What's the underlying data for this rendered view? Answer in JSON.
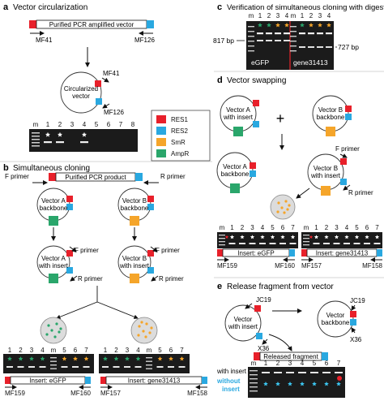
{
  "colors": {
    "res1": "#e8202a",
    "res2": "#29a8e0",
    "smr": "#f5a52a",
    "ampr": "#2aa66b",
    "gel": "#1b1b1b",
    "band": "#e6e6e6",
    "lane_cyan": "#3cc7f2",
    "red_line": "#d8232a"
  },
  "panel_a": {
    "letter": "a",
    "title": "Vector circularization",
    "fragment_label": "Purified PCR amplified vector",
    "primer_left": "MF41",
    "primer_right": "MF126",
    "circle_text": "Circularized vector",
    "circle_primer_top": "MF41",
    "circle_primer_bottom": "MF126",
    "gel_lanes": [
      "m",
      "1",
      "2",
      "3",
      "4",
      "5",
      "6",
      "7",
      "8"
    ],
    "gel_stars": [
      "1",
      "2",
      "4"
    ]
  },
  "legend": [
    {
      "label": "RES1",
      "color": "#e8202a"
    },
    {
      "label": "RES2",
      "color": "#29a8e0"
    },
    {
      "label": "SmR",
      "color": "#f5a52a"
    },
    {
      "label": "AmpR",
      "color": "#2aa66b"
    }
  ],
  "panel_b": {
    "letter": "b",
    "title": "Simultaneous cloning",
    "fragment_label": "Purified PCR product",
    "primer_f": "F primer",
    "primer_r": "R primer",
    "vector_a": "Vector A backbone",
    "vector_b": "Vector B backbone",
    "insert_a": "Vector A with insert",
    "insert_b": "Vector B with insert",
    "left_f": "F primer",
    "left_r": "R primer",
    "right_f": "F primer",
    "right_r": "R primer",
    "gel_left_lanes": [
      "1",
      "2",
      "3",
      "4",
      "m",
      "5",
      "6",
      "7"
    ],
    "gel_right_lanes": [
      "1",
      "2",
      "3",
      "4",
      "m",
      "5",
      "6",
      "7"
    ],
    "insert_left": "Insert: eGFP",
    "insert_right": "Insert: gene31413",
    "mf_left_l": "MF159",
    "mf_left_r": "MF160",
    "mf_right_l": "MF157",
    "mf_right_r": "MF158"
  },
  "panel_c": {
    "letter": "c",
    "title": "Verification of simultaneous cloning with digestion",
    "lanes": [
      "m",
      "1",
      "2",
      "3",
      "4",
      "m",
      "1",
      "2",
      "3",
      "4"
    ],
    "label_left": "eGFP",
    "label_right": "gene31413",
    "bp_left": "817 bp",
    "bp_right": "727 bp"
  },
  "panel_d": {
    "letter": "d",
    "title": "Vector swapping",
    "v1": "Vector A with insert",
    "v2": "Vector B backbone",
    "v3": "Vector A backbone",
    "v4": "Vector B with insert",
    "f": "F primer",
    "r": "R primer",
    "plus": "+",
    "gel_lanes": [
      "m",
      "1",
      "2",
      "3",
      "4",
      "5",
      "6",
      "7"
    ],
    "insert_left": "Insert: eGFP",
    "insert_right": "Insert: gene31413",
    "mf_left_l": "MF159",
    "mf_left_r": "MF160",
    "mf_right_l": "MF157",
    "mf_right_r": "MF158"
  },
  "panel_e": {
    "letter": "e",
    "title": "Release fragment from vector",
    "v1": "Vector with insert",
    "v2": "Vector backbone",
    "jc_left": "JC19",
    "x_left": "X36",
    "jc_right": "JC19",
    "x_right": "X36",
    "fragment": "Released fragment",
    "lanes": [
      "m",
      "1",
      "2",
      "3",
      "4",
      "5",
      "6",
      "7"
    ],
    "with_insert": "with insert",
    "without": "without",
    "insert": "insert"
  }
}
